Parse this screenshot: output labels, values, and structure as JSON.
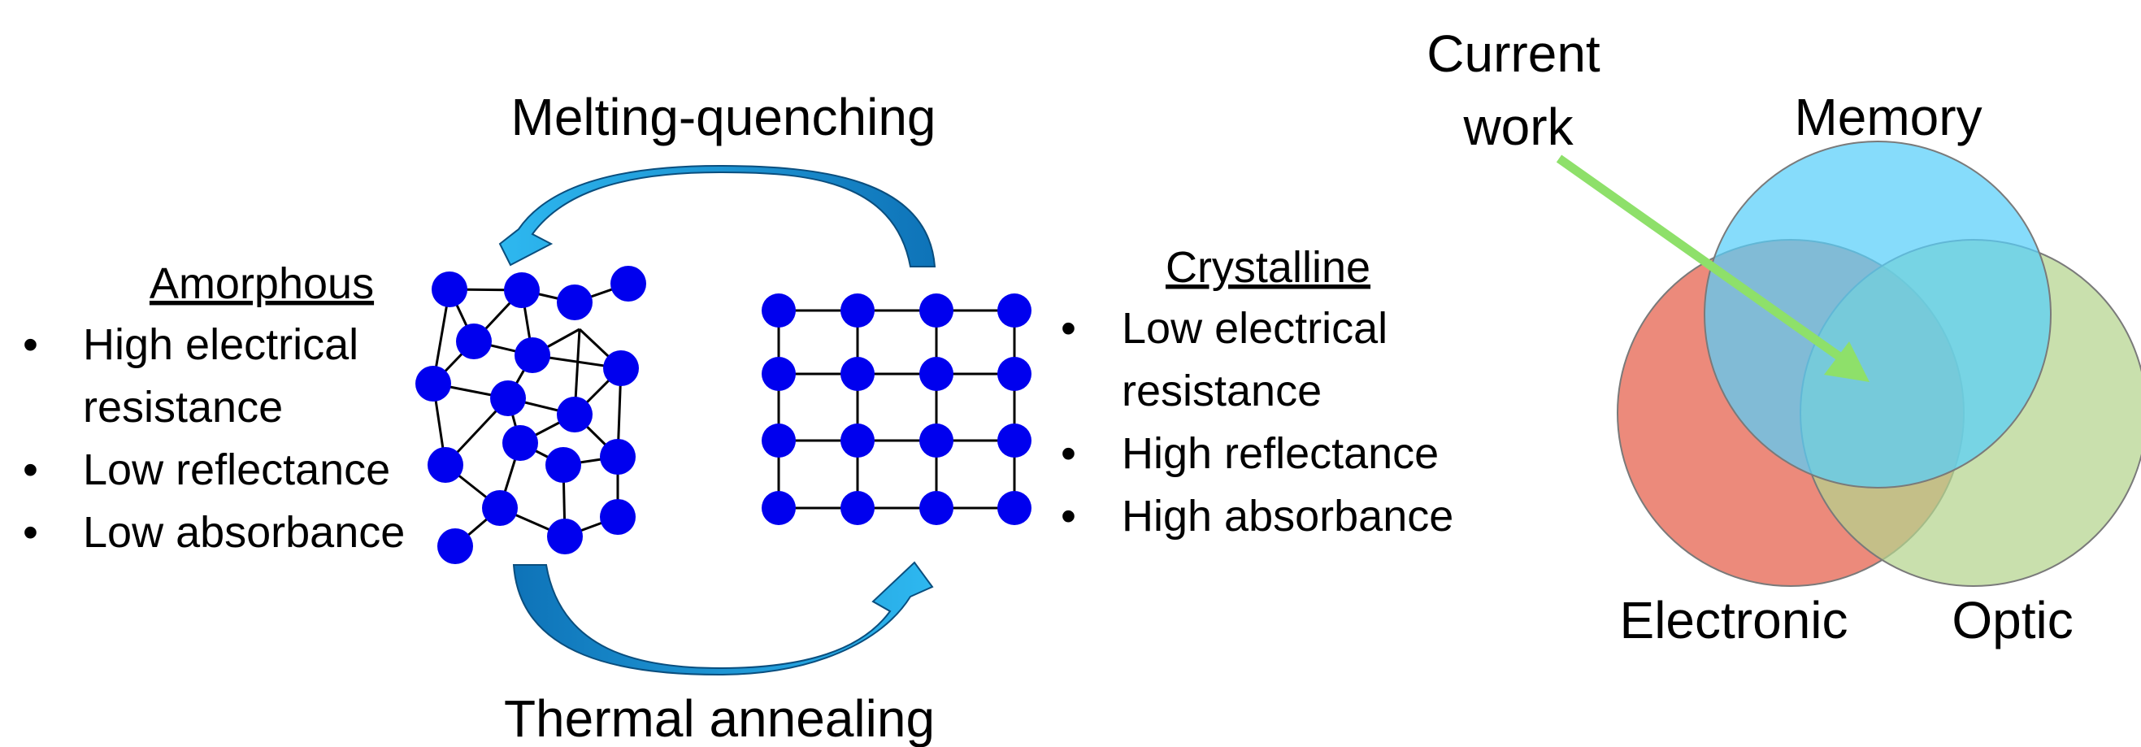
{
  "process": {
    "top_label": "Melting-quenching",
    "bottom_label": "Thermal annealing"
  },
  "amorphous": {
    "title": "Amorphous",
    "bullet_char": "•",
    "props": [
      "High electrical",
      "resistance",
      "Low reflectance",
      "Low absorbance"
    ]
  },
  "crystalline": {
    "title": "Crystalline",
    "bullet_char": "•",
    "props": [
      "Low electrical",
      "resistance",
      "High reflectance",
      "High absorbance"
    ]
  },
  "venn": {
    "pointer_label_line1": "Current",
    "pointer_label_line2": "work",
    "memory": "Memory",
    "electronic": "Electronic",
    "optic": "Optic"
  },
  "colors": {
    "atom": "#0000EE",
    "arrow_light": "#2EB8F0",
    "arrow_dark": "#0E73B8",
    "memory_circle": "#58CFFA",
    "electronic_circle": "#E8705E",
    "optic_circle": "#B4D48E",
    "pointer_arrow": "#8EE06A"
  }
}
